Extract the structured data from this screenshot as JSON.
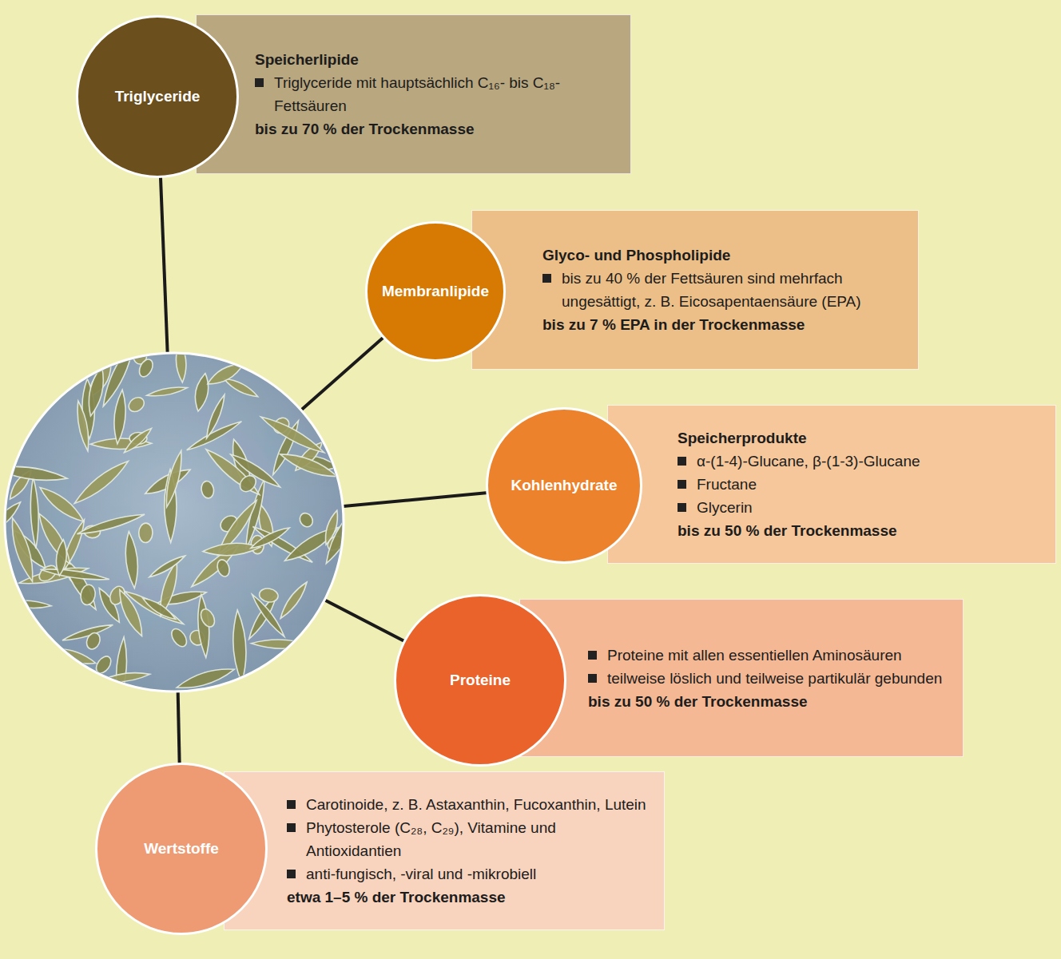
{
  "diagram": {
    "nodes": [
      {
        "text": [
          "Triglyceride"
        ]
      },
      {
        "text": [
          "Speicherlipide",
          "Triglyceride mit hauptsächlich C₁₆- bis C₁₈-Fettsäuren",
          "bis zu 70 % der Trockenmasse"
        ]
      },
      {
        "text": [
          "Membranlipide"
        ]
      },
      {
        "text": [
          "Glyco- und Phospholipide",
          "bis zu 40 % der Fettsäuren sind mehrfach ungesättigt, z. B. Eicosapentaensäure (EPA)",
          "bis zu 7 % EPA in der Trockenmasse"
        ]
      },
      {
        "text": [
          "Kohlenhydrate"
        ]
      },
      {
        "text": [
          "Speicherprodukte",
          "α-(1-4)-Glucane, β-(1-3)-Glucane",
          "Fructane",
          "Glycerin",
          "bis zu 50 % der Trockenmasse"
        ]
      },
      {
        "text": [
          "Proteine"
        ]
      },
      {
        "text": [
          "Proteine mit allen essentiellen Aminosäuren",
          "teilweise löslich und teilweise partikulär gebunden",
          "bis zu 50 % der Trockenmasse"
        ]
      },
      {
        "text": [
          "Wertstoffe"
        ]
      },
      {
        "text": [
          "Carotinoide, z. B. Astaxanthin, Fucoxanthin, Lutein",
          "Phytosterole (C₂₈, C₂₉), Vitamine und Antioxidantien",
          "anti-fungisch, -viral und -mikrobiell",
          "etwa 1–5 % der Trockenmasse"
        ]
      }
    ]
  }
}
